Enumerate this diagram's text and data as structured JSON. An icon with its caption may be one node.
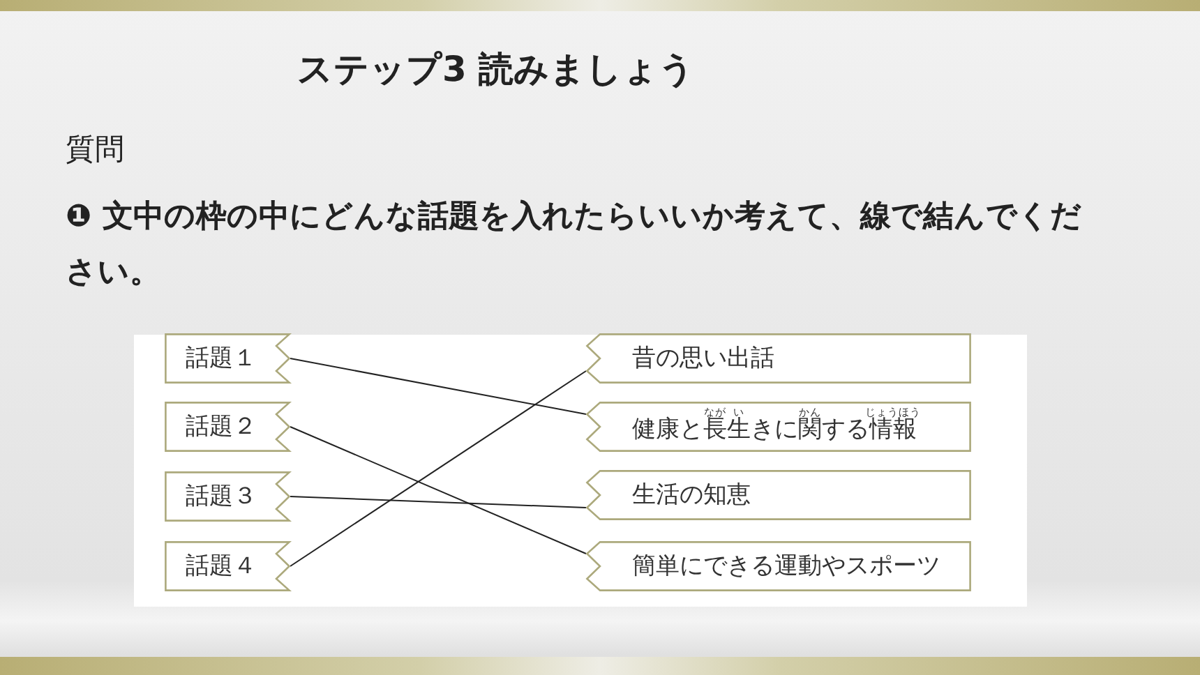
{
  "diagram": {
    "title": "ステップ3 読みましょう",
    "nodes": [
      {
        "text": [
          "話題１"
        ]
      },
      {
        "text": [
          "話題２"
        ]
      },
      {
        "text": [
          "話題３"
        ]
      },
      {
        "text": [
          "話題４"
        ]
      },
      {
        "text": [
          "昔の思い出話"
        ]
      },
      {
        "text": [
          "健康と長生きに関する情報",
          "なが",
          "い",
          "かん",
          "じょうほう"
        ]
      },
      {
        "text": [
          "生活の知恵"
        ]
      },
      {
        "text": [
          "簡単にできる運動やスポーツ"
        ]
      }
    ],
    "edges": [
      {
        "from": 0,
        "to": 5,
        "arrow": "none"
      },
      {
        "from": 1,
        "to": 7,
        "arrow": "none"
      },
      {
        "from": 2,
        "to": 6,
        "arrow": "none"
      },
      {
        "from": 3,
        "to": 4,
        "arrow": "none"
      }
    ],
    "labels": [
      "質問",
      "❶ 文中の枠の中にどんな話題を入れたらいいか考えて、線で結んでください。"
    ]
  }
}
